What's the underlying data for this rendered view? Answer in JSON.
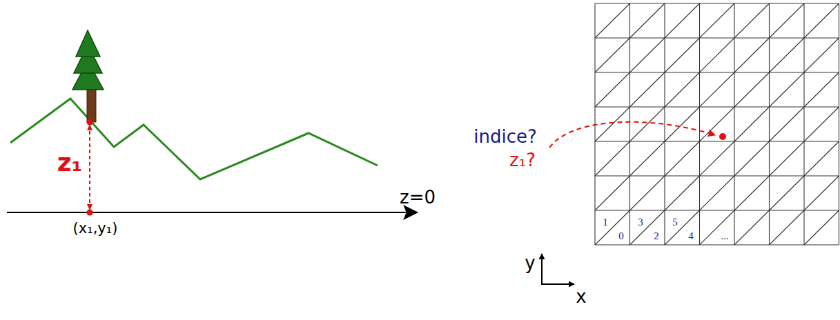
{
  "diagram": {
    "labels": [
      "z₁",
      "z=0",
      "(x₁,y₁)",
      "indice?",
      "z₁?",
      "1",
      "0",
      "3",
      "2",
      "5",
      "4",
      "...",
      "y",
      "x"
    ]
  }
}
